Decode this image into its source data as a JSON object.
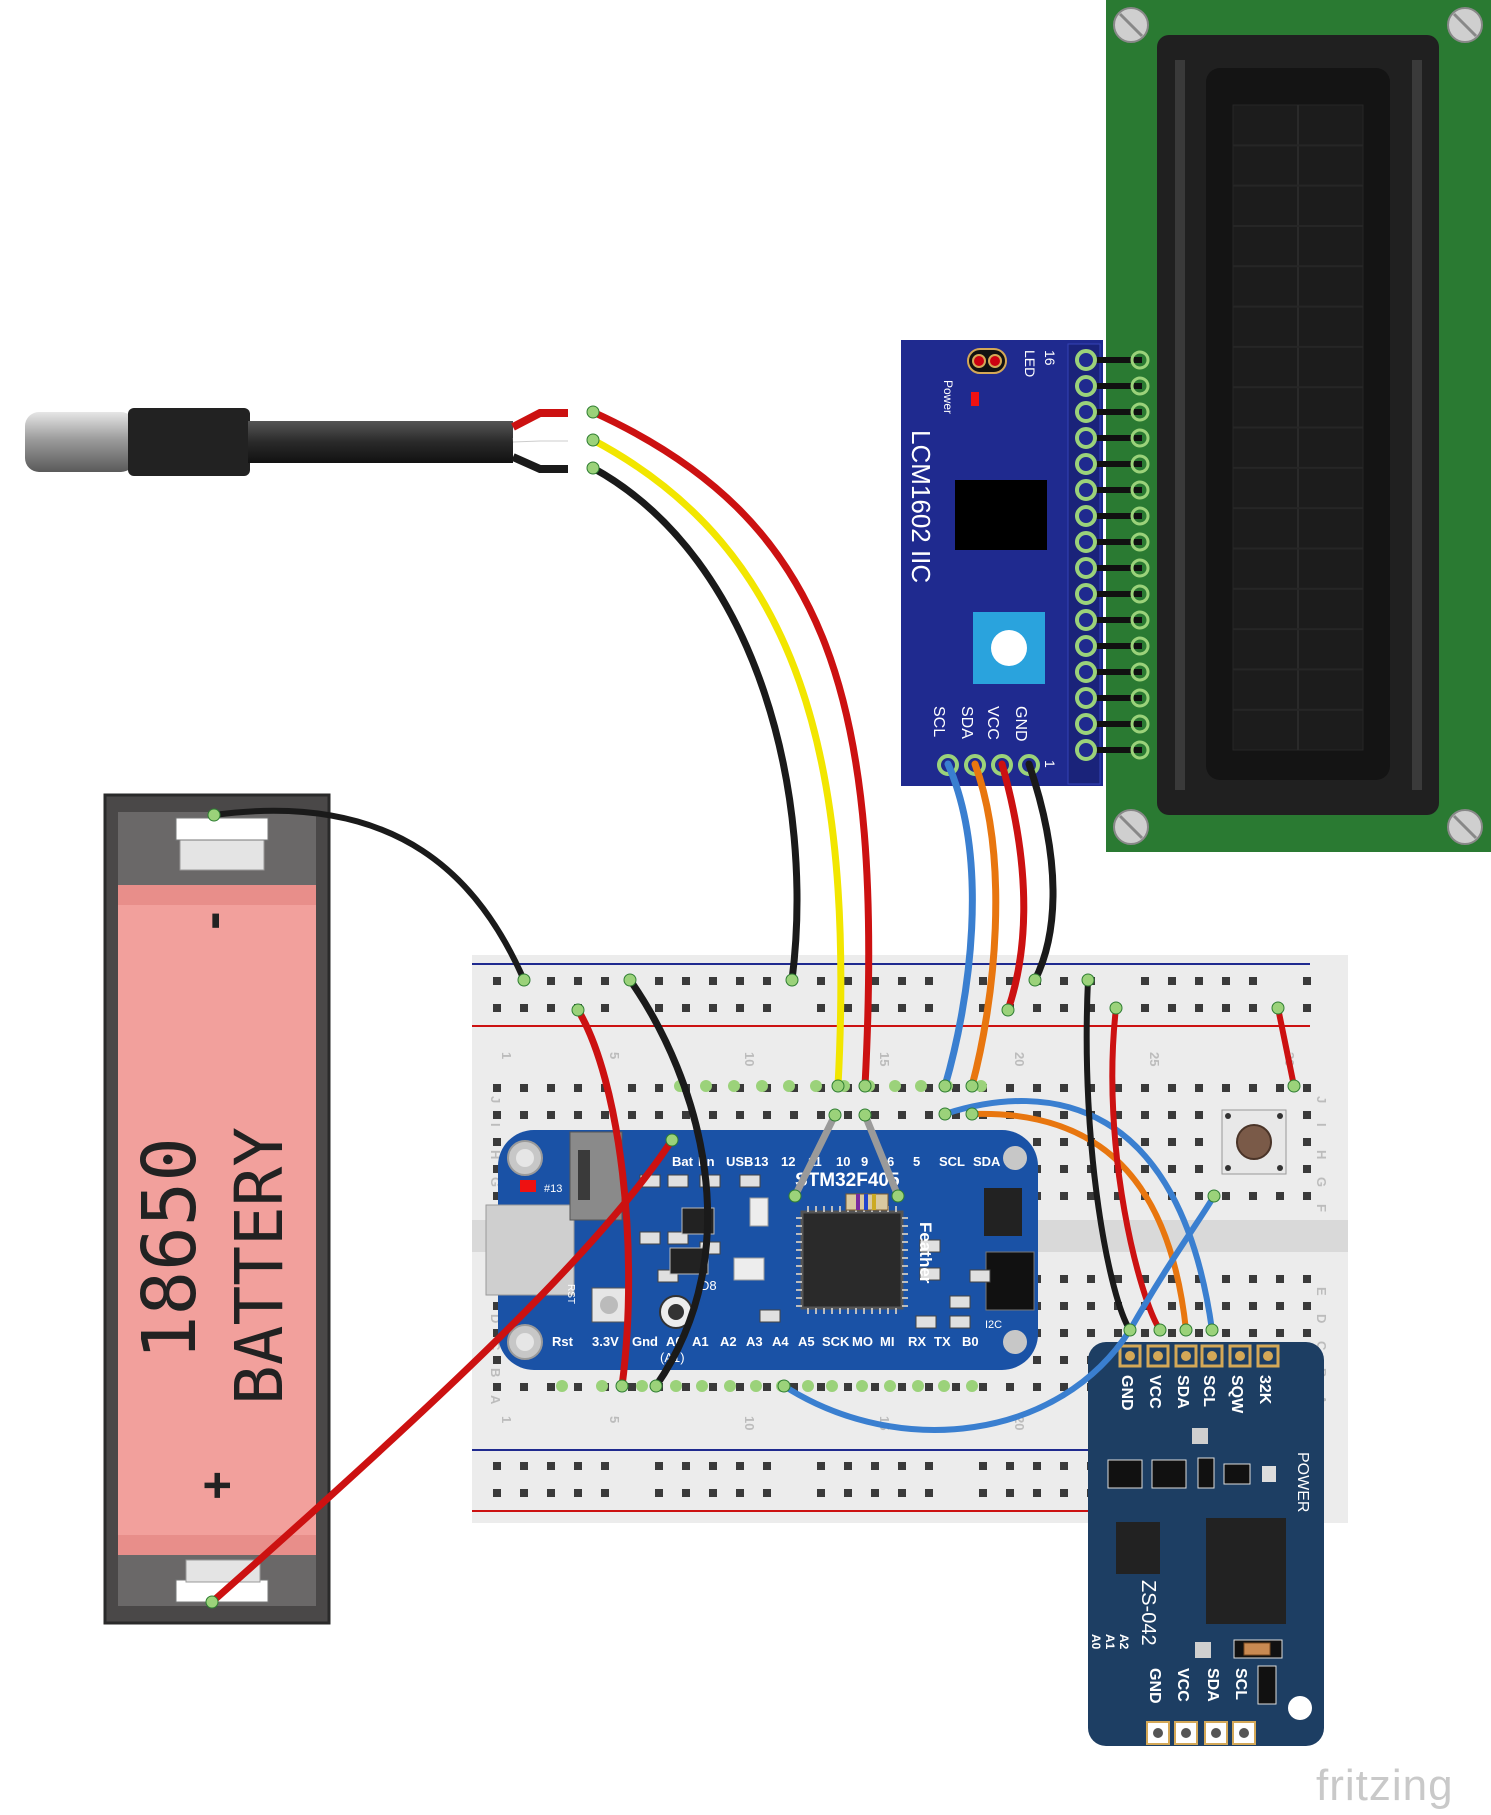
{
  "battery": {
    "model_text": "18650",
    "name_text": "BATTERY",
    "minus_symbol": "-",
    "plus_symbol": "+"
  },
  "lcd_backpack": {
    "model": "LCM1602 IIC",
    "power_label": "Power",
    "led_label": "LED",
    "pin16_label": "16",
    "pin1_label": "1",
    "pins": [
      "GND",
      "VCC",
      "SDA",
      "SCL"
    ]
  },
  "feather": {
    "chip_label": "STM32F405",
    "side_label": "Feather",
    "top_pins": [
      "Bat",
      "En",
      "USB",
      "13",
      "12",
      "11",
      "10",
      "9",
      "6",
      "5",
      "SCL",
      "SDA"
    ],
    "bottom_pins": [
      "Rst",
      "3.3V",
      "Gnd",
      "A0",
      "A1",
      "A2",
      "A3",
      "A4",
      "A5",
      "SCK",
      "MO",
      "MI",
      "RX",
      "TX",
      "B0"
    ],
    "led13_label": "#13",
    "rst_label": "RST",
    "d8_label": "D8",
    "i2c_label": "I2C",
    "aux_label": "(A1)"
  },
  "rtc": {
    "model": "ZS-042",
    "power_label": "POWER",
    "top_pins": [
      "GND",
      "VCC",
      "SDA",
      "SCL",
      "SQW",
      "32K"
    ],
    "bottom_pins": [
      "GND",
      "VCC",
      "SDA",
      "SCL"
    ],
    "addr_labels": [
      "A0",
      "A1",
      "A2"
    ]
  },
  "breadboard": {
    "row_letters_top": [
      "J",
      "I",
      "H",
      "G",
      "F"
    ],
    "row_letters_bottom": [
      "E",
      "D",
      "C",
      "B",
      "A"
    ],
    "column_numbers": [
      "1",
      "5",
      "10",
      "15",
      "20",
      "25",
      "30"
    ]
  },
  "wire_colors": {
    "red": "#cc1111",
    "black": "#1a1a1a",
    "yellow": "#f2e600",
    "blue": "#3a7fd0",
    "orange": "#e8760f",
    "gray": "#9a9a9a"
  },
  "footer": {
    "watermark": "fritzing"
  }
}
